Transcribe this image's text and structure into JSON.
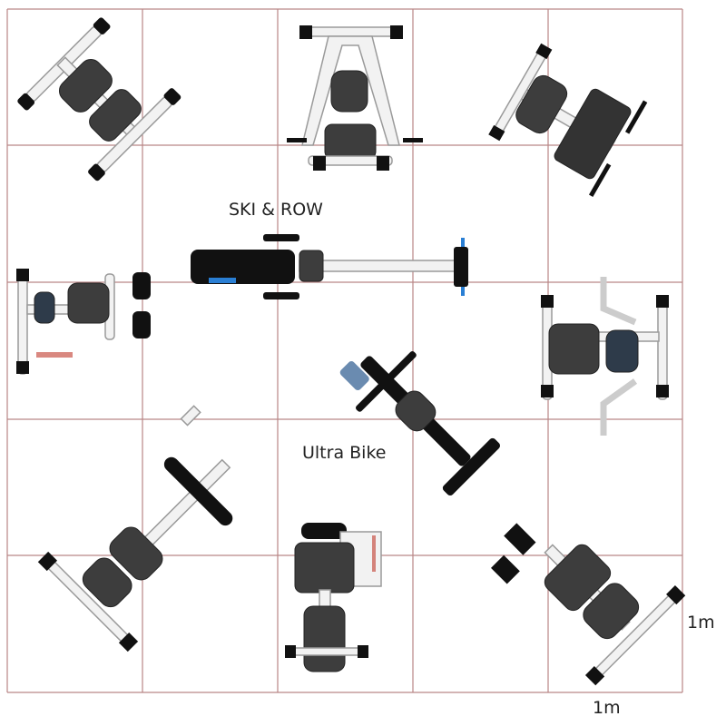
{
  "labels": {
    "ski_row": "SKI & ROW",
    "ultra_bike": "Ultra Bike",
    "scale_vertical": "1m",
    "scale_horizontal": "1m"
  },
  "grid": {
    "columns": 5,
    "rows": 5,
    "cell_size": "1m",
    "line_color": "#b98686"
  },
  "colors": {
    "seat": "#3d3d3d",
    "frame": "#f2f2f2",
    "foot": "#111111",
    "accent_blue": "#2a7fd4",
    "accent_red": "#c0392b"
  }
}
